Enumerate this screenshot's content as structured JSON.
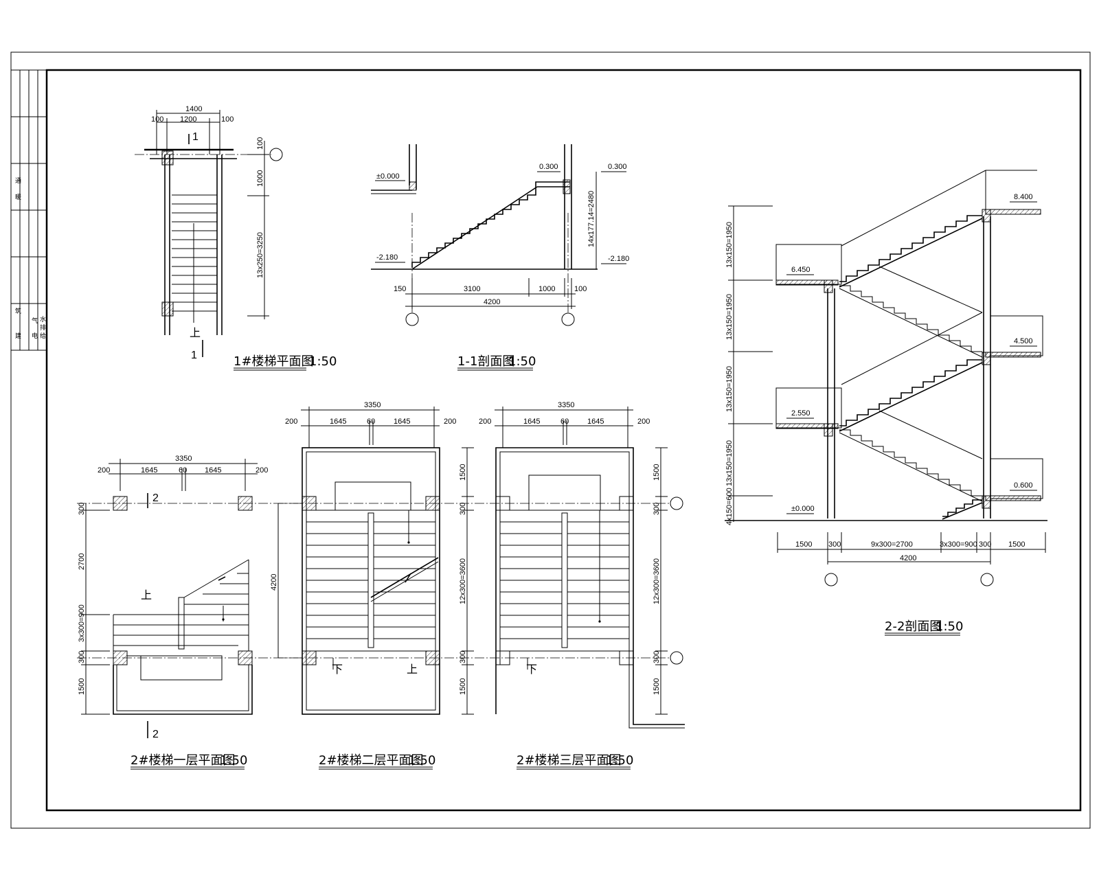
{
  "titleblock": {
    "labels": [
      "暖",
      "通",
      "建",
      "筑",
      "电",
      "气",
      "给",
      "排",
      "水"
    ]
  },
  "plan1": {
    "title": "1#楼梯平面图",
    "scale": "1:50",
    "dims": {
      "total": "1400",
      "left": "100",
      "mid": "1200",
      "right": "100",
      "top": "100",
      "landing": "1000",
      "run": "13x250=3250"
    },
    "section_mark_top": "1",
    "section_mark_bottom": "1",
    "up_label": "上"
  },
  "section11": {
    "title": "1-1剖面图",
    "scale": "1:50",
    "levels": {
      "left_top": "±0.000",
      "left_bottom": "-2.180",
      "mid_top": "0.300",
      "right_top": "0.300",
      "right_bottom": "-2.180"
    },
    "vertical_dim": "14x177.14=2480",
    "dims": {
      "a": "150",
      "b": "3100",
      "c": "1000",
      "d": "100",
      "total": "4200"
    }
  },
  "section22": {
    "title": "2-2剖面图",
    "scale": "1:50",
    "levels": [
      "8.400",
      "6.450",
      "4.500",
      "2.550",
      "0.600",
      "±0.000"
    ],
    "vertical_dims": [
      "13x150=1950",
      "13x150=1950",
      "13x150=1950",
      "13x150=1950",
      "4x150=600"
    ],
    "bottom_dims": [
      "1500",
      "300",
      "9x300=2700",
      "3x300=900",
      "300",
      "1500"
    ],
    "bottom_total": "4200"
  },
  "plan2_1": {
    "title": "2#楼梯一层平面图",
    "scale": "1:50",
    "top_total": "3350",
    "top_dims": [
      "200",
      "1645",
      "60",
      "1645",
      "200"
    ],
    "left_dims": [
      "300",
      "2700",
      "3x300=900",
      "300",
      "1500"
    ],
    "right_dim": "4200",
    "section_mark": "2",
    "up_label": "上"
  },
  "plan2_2": {
    "title": "2#楼梯二层平面图",
    "scale": "1:50",
    "top_total": "3350",
    "top_dims": [
      "200",
      "1645",
      "60",
      "1645",
      "200"
    ],
    "right_dims": [
      "1500",
      "300",
      "12x300=3600",
      "300",
      "1500"
    ],
    "down_label": "下",
    "up_label": "上"
  },
  "plan2_3": {
    "title": "2#楼梯三层平面图",
    "scale": "1:50",
    "top_total": "3350",
    "top_dims": [
      "200",
      "1645",
      "60",
      "1645",
      "200"
    ],
    "right_dims": [
      "1500",
      "300",
      "12x300=3600",
      "300",
      "1500"
    ],
    "down_label": "下"
  }
}
